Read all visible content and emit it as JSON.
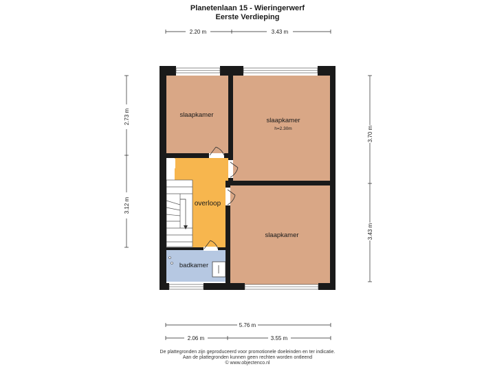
{
  "header": {
    "title": "Planetenlaan 15 - Wieringerwerf",
    "subtitle": "Eerste Verdieping"
  },
  "rooms": [
    {
      "label": "slaapkamer"
    },
    {
      "label": "slaapkamer",
      "note": "h=2.30m"
    },
    {
      "label": "overloop"
    },
    {
      "label": "slaapkamer"
    },
    {
      "label": "badkamer"
    }
  ],
  "dimensions": {
    "top_left": "2.20 m",
    "top_right": "3.43 m",
    "left_upper": "2.73 m",
    "left_lower": "3.12 m",
    "right_upper": "3.70 m",
    "right_lower": "3.43 m",
    "bottom_total": "5.76 m",
    "bottom_left": "2.06 m",
    "bottom_right": "3.55 m"
  },
  "footer": {
    "line1": "De plattegronden zijn geproduceerd voor promotionele doeleinden en ter indicatie.",
    "line2": "Aan de plattegronden kunnen geen rechten worden ontleend",
    "line3": "© www.objectenco.nl"
  },
  "colors": {
    "bedroom": "#d9a786",
    "landing": "#f7b64e",
    "bathroom": "#b6c8e2",
    "wall": "#1a1a1a"
  }
}
